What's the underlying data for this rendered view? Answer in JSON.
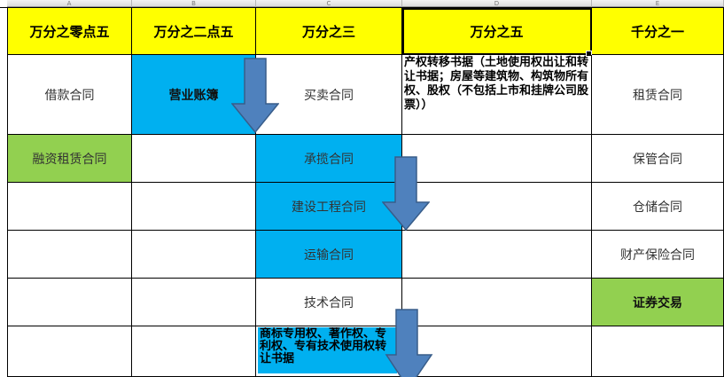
{
  "column_headers": [
    "A",
    "B",
    "C",
    "D",
    "E"
  ],
  "header_row": [
    "万分之零点五",
    "万分之二点五",
    "万分之三",
    "万分之五",
    "千分之一"
  ],
  "rows": [
    [
      "借款合同",
      "营业账簿",
      "买卖合同",
      "产权转移书据（土地使用权出让和转让书据；房屋等建筑物、构筑物所有权、股权（不包括上市和挂牌公司股票））",
      "租赁合同"
    ],
    [
      "融资租赁合同",
      "",
      "承揽合同",
      "",
      "保管合同"
    ],
    [
      "",
      "",
      "建设工程合同",
      "",
      "仓储合同"
    ],
    [
      "",
      "",
      "运输合同",
      "",
      "财产保险合同"
    ],
    [
      "",
      "",
      "技术合同",
      "",
      "证券交易"
    ],
    [
      "",
      "",
      "商标专用权、著作权、专利权、专有技术使用权转让书据",
      "",
      ""
    ]
  ],
  "colors": {
    "header_yellow": "#ffff00",
    "highlight_blue": "#00b0f0",
    "highlight_green": "#92d050",
    "arrow_fill": "#4f81bd",
    "arrow_stroke": "#385d8a"
  },
  "selected_cell": "D1",
  "icons": [
    "down-arrow-shape"
  ]
}
